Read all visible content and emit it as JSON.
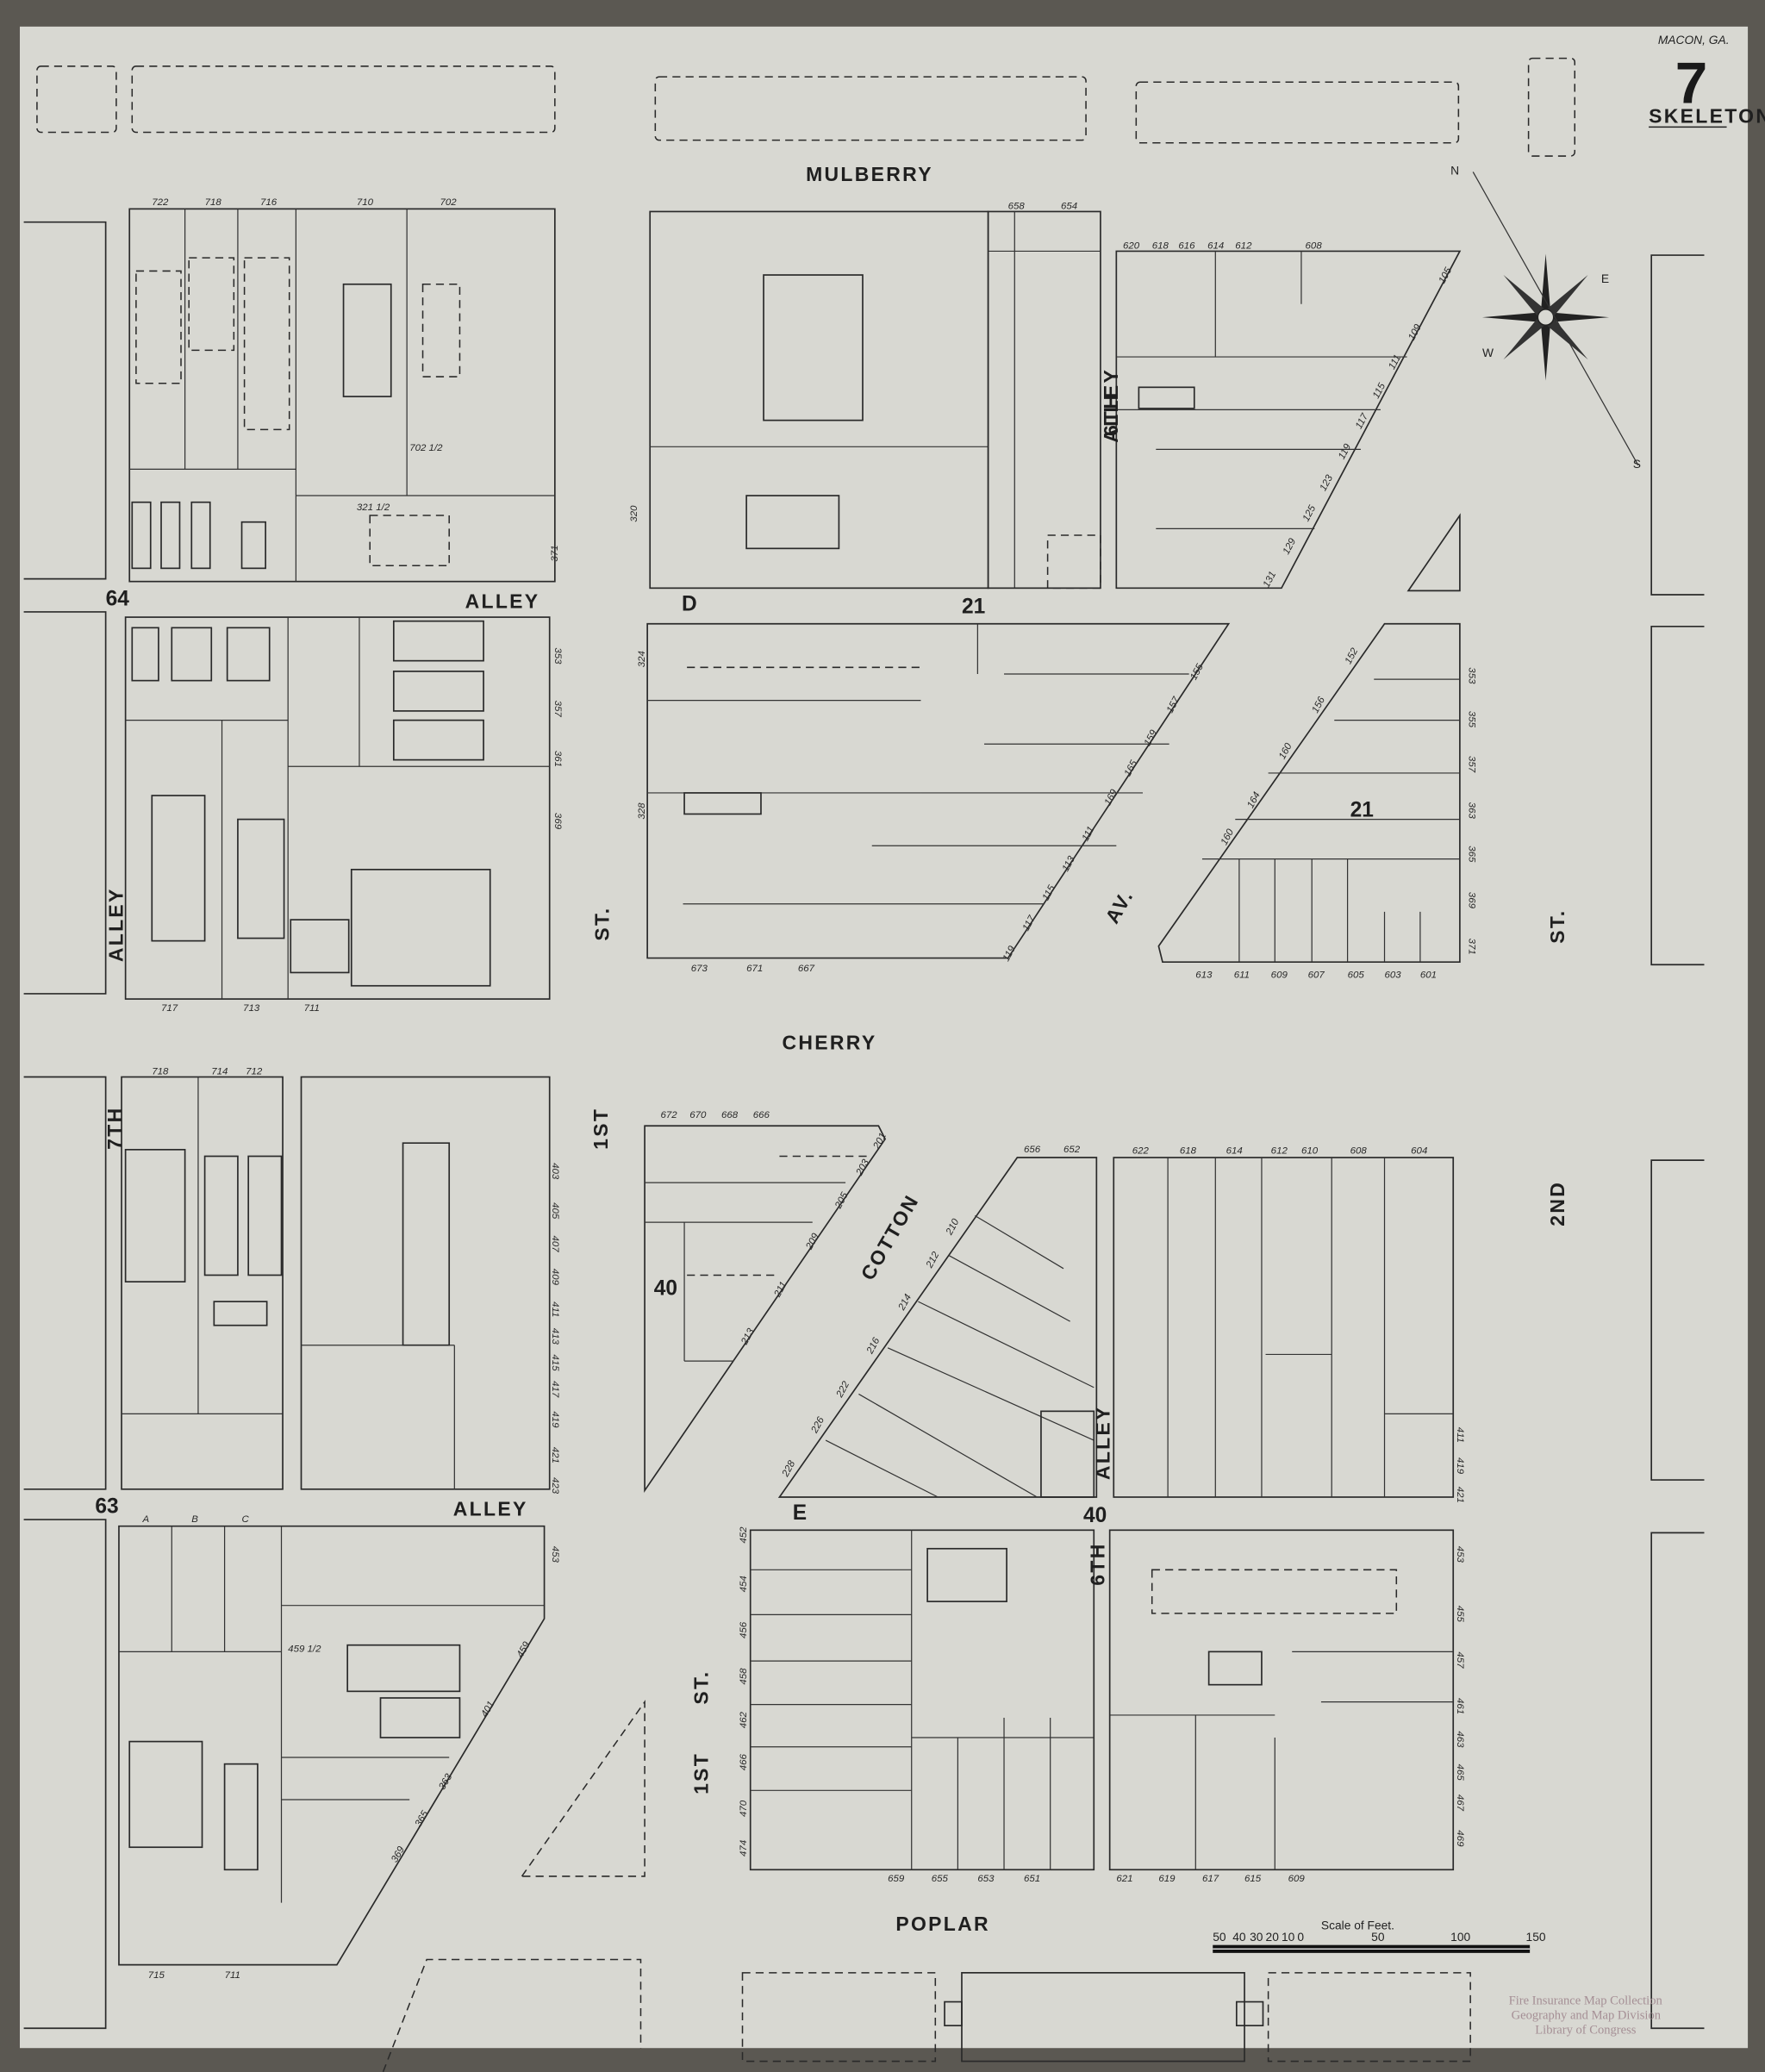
{
  "header": {
    "city": "MACON, GA.",
    "sheet_number": "7",
    "sheet_type": "SKELETON"
  },
  "streets": {
    "mulberry": "MULBERRY",
    "cherry": "CHERRY",
    "poplar": "POPLAR",
    "cotton": "COTTON",
    "av": "AV.",
    "first_st_a": "ST.",
    "first_st_b": "1ST",
    "first_st_c": "ST.",
    "first_st_d": "1ST",
    "second_st_a": "ST.",
    "second_st_b": "2ND",
    "sixth_a": "6TH",
    "sixth_b": "6TH",
    "seventh": "7TH",
    "alley_1": "ALLEY",
    "alley_2": "ALLEY",
    "alley_3": "ALLEY",
    "alley_4": "ALLEY",
    "alley_5": "ALLEY"
  },
  "block_numbers": [
    "64",
    "21",
    "21",
    "40",
    "40",
    "63"
  ],
  "block_letters": [
    "D",
    "E"
  ],
  "house_numbers": {
    "nw_top": [
      "722",
      "718",
      "716",
      "710",
      "702"
    ],
    "nc_top": [
      "658",
      "654"
    ],
    "ne_top": [
      "620",
      "618",
      "616",
      "614",
      "612",
      "608"
    ],
    "ne_diag": [
      "131",
      "129",
      "125",
      "123",
      "119",
      "117",
      "115",
      "111",
      "109",
      "105"
    ],
    "c_diag": [
      "119",
      "117",
      "115",
      "113",
      "111",
      "169",
      "165",
      "159",
      "157",
      "155"
    ],
    "c_bottom": [
      "673",
      "671",
      "667"
    ],
    "r_diag": [
      "160",
      "164",
      "160",
      "156",
      "152"
    ],
    "r_right": [
      "353",
      "355",
      "357",
      "363",
      "365",
      "369",
      "371"
    ],
    "r_bottom": [
      "613",
      "611",
      "609",
      "607",
      "605",
      "603",
      "601"
    ],
    "w2_bottom": [
      "717",
      "713",
      "711"
    ],
    "w2_right": [
      "353",
      "357",
      "361",
      "369"
    ],
    "w3_top": [
      "718",
      "714",
      "712"
    ],
    "w3_right": [
      "403",
      "405",
      "407",
      "409",
      "411",
      "413",
      "415",
      "417",
      "419",
      "421",
      "423"
    ],
    "tri_top": [
      "672",
      "670",
      "668",
      "666"
    ],
    "tri_diag": [
      "213",
      "211",
      "209",
      "205",
      "203",
      "201"
    ],
    "cot_top": [
      "656",
      "652"
    ],
    "cot_diag": [
      "228",
      "226",
      "222",
      "216",
      "214",
      "212",
      "210"
    ],
    "e3_top": [
      "622",
      "618",
      "614",
      "612",
      "610",
      "608",
      "604"
    ],
    "e3_right": [
      "411",
      "419",
      "421"
    ],
    "s_left": [
      "452",
      "454",
      "456",
      "458",
      "462",
      "466",
      "470",
      "474"
    ],
    "s_bottom": [
      "659",
      "655",
      "653",
      "651"
    ],
    "se_bottom": [
      "621",
      "619",
      "617",
      "615",
      "609"
    ],
    "se_right": [
      "453",
      "455",
      "457",
      "461",
      "463",
      "465",
      "467",
      "469"
    ],
    "w4_diag": [
      "369",
      "365",
      "363",
      "401",
      "459"
    ],
    "w4_bottom": [
      "715",
      "711"
    ],
    "w4_top": [
      "A",
      "B",
      "C"
    ],
    "w4_right": [
      "453"
    ],
    "misc": [
      "702 1/2",
      "321 1/2",
      "320",
      "371",
      "324",
      "328",
      "459 1/2"
    ]
  },
  "scale": {
    "title": "Scale of Feet.",
    "ticks": [
      "50",
      "40",
      "30",
      "20",
      "10",
      "0",
      "50",
      "100",
      "150"
    ]
  },
  "compass": {
    "labels": [
      "N",
      "E",
      "S",
      "W"
    ]
  },
  "stamp": {
    "line1": "Fire Insurance Map Collection",
    "line2": "Geography and Map Division",
    "line3": "Library of Congress"
  },
  "colors": {
    "paper": "#d8d8d2",
    "ink": "#222222",
    "board": "#5b5852",
    "stamp": "#a58f95"
  }
}
